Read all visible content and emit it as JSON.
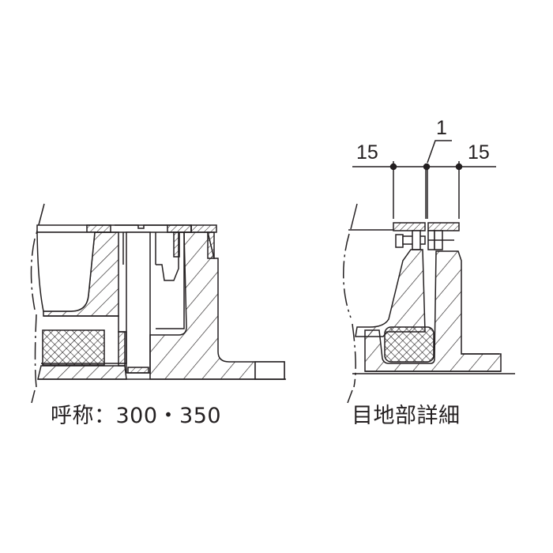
{
  "left_figure": {
    "caption": "呼称：300・350"
  },
  "right_figure": {
    "caption": "目地部詳細",
    "dimensions": {
      "left_gap": "15",
      "center_joint": "1",
      "right_gap": "15"
    }
  },
  "colors": {
    "line": "#231f20",
    "background": "#ffffff"
  }
}
